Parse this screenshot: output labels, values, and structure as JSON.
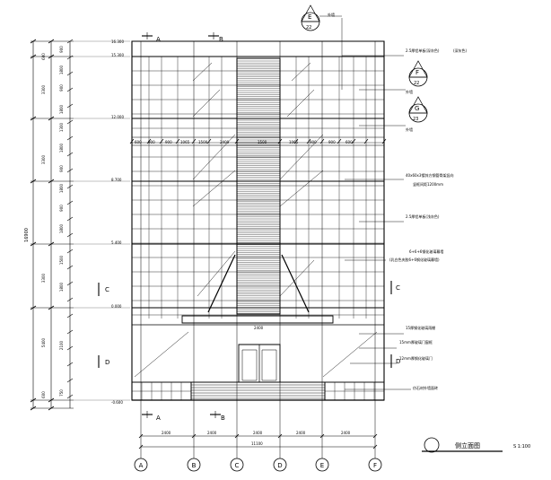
{
  "drawing": {
    "title": "侧立面图",
    "scale": "S 1:100"
  },
  "levels": {
    "roof_top": "16.300",
    "roof": "15.300",
    "l4": "12.000",
    "l3": "8.700",
    "l2": "5.400",
    "l1": "0.000",
    "ground": "-0.600"
  },
  "left_dims": {
    "outer_total": "16900",
    "segments": [
      "600",
      "3300",
      "3300",
      "3300",
      "5400",
      "600"
    ],
    "inner": [
      "900",
      "1800",
      "900",
      "1800",
      "1300",
      "1800",
      "900",
      "1800",
      "900",
      "1800",
      "1500",
      "1800",
      "2100",
      "750"
    ]
  },
  "strip_dims": [
    "600",
    "900",
    "900",
    "1065",
    "1500",
    "2400",
    "1500",
    "1065",
    "900",
    "900",
    "600"
  ],
  "bottom_dims": {
    "spans": [
      "2400",
      "2400",
      "2400",
      "2400",
      "2400"
    ],
    "total": "11100"
  },
  "axes": [
    "A",
    "B",
    "C",
    "D",
    "E",
    "F"
  ],
  "section_markers": {
    "top": [
      "A",
      "B"
    ],
    "bottom": [
      "A",
      "B"
    ],
    "side_left": [
      "C",
      "D"
    ],
    "side_right": [
      "C",
      "D"
    ]
  },
  "callouts": [
    {
      "id": "E",
      "sheet": "22",
      "label": "外墙"
    },
    {
      "id": "F",
      "sheet": "22",
      "label": "外墙"
    },
    {
      "id": "G",
      "sheet": "23",
      "label": "外墙"
    }
  ],
  "annotations": [
    "2.5厚铝单板(深灰色)",
    "(深灰色)",
    "40x60x3镀锌方钢管骨架竖向",
    "竖框间距1200mm",
    "2.5厚铝单板(浅灰色)",
    "6+6+6钢化玻璃幕墙",
    "(乳白色夹胶6+6钢化玻璃幕墙)",
    "15厚钢化玻璃雨棚",
    "15mm厚玻璃门窗框",
    "12mm厚钢化玻璃门",
    "仿石材外墙面砖"
  ],
  "entrance_label": "2400"
}
